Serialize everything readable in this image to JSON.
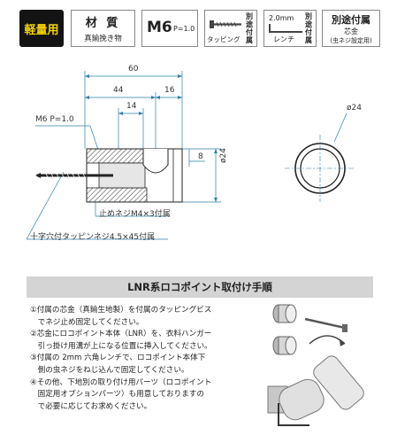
{
  "badges": {
    "light": "軽量用",
    "material_title": "材 質",
    "material_value": "真鍮挽き物",
    "thread_main": "M6",
    "thread_pitch": "P=1.0",
    "tapping_label": "タッピング",
    "separate_1": "別途付属",
    "wrench_size": "2.0mm",
    "wrench_label": "レンチ",
    "separate_2": "別途付属",
    "separate_title": "別途付属",
    "separate_sub1": "芯金",
    "separate_sub2": "(虫ネジ設定用)"
  },
  "drawing": {
    "dim_60": "60",
    "dim_44": "44",
    "dim_16": "16",
    "dim_14": "14",
    "dim_8": "8",
    "dim_24": "ø24",
    "dim_phi24": "ø24",
    "thread_label": "M6 P=1.0",
    "set_screw_label": "止めネジM4×3付属",
    "tapping_screw_label": "十字穴付タッピンネジ4.5×45付属"
  },
  "instructions": {
    "title": "LNR系ロコポイント取付け手順",
    "lines": [
      "①付属の芯金（真鍮生地製）を付属のタッピングビス",
      "　でネジ止め固定してください。",
      "②芯金にロコポイント本体（LNR）を、衣料ハンガー",
      "　引っ掛け用溝が上になる位置に挿入してください。",
      "③付属の 2mm 六角レンチで、ロコポイント本体下",
      "　側の虫ネジをねじ込んで固定してください。",
      "④その他、下地別の取り付け用パーツ（ロコポイント",
      "　固定用オプションパーツ）も用意しておりますの",
      "　で必要に応じてお求めください。"
    ]
  }
}
